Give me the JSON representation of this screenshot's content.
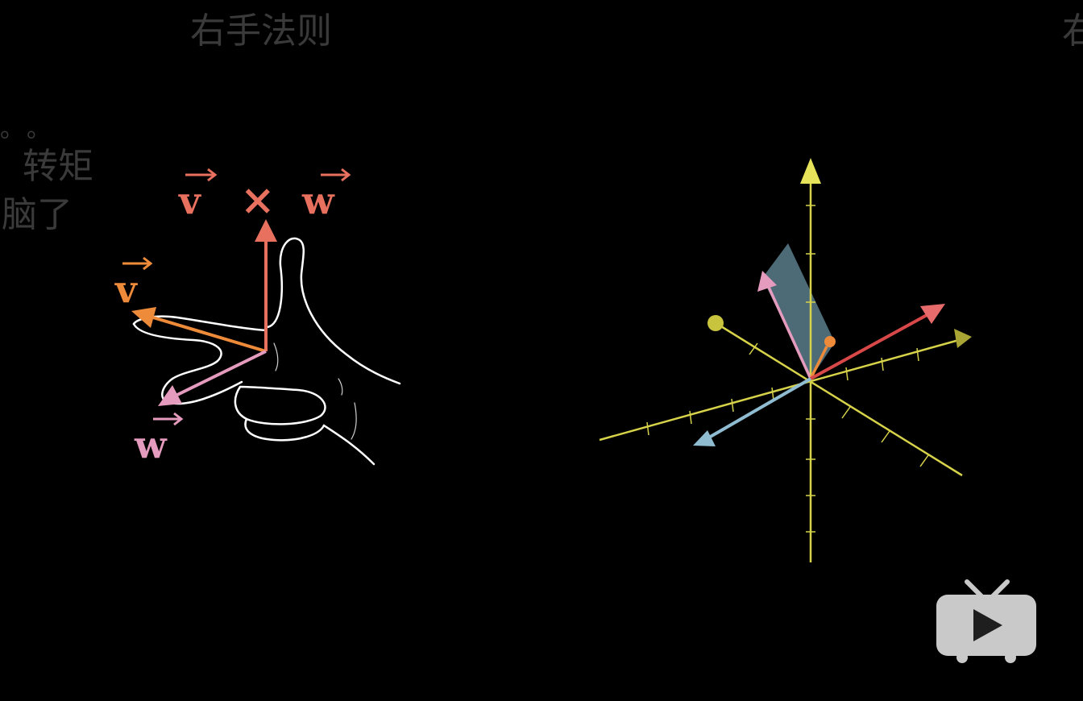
{
  "captions": {
    "title_left": "右手法则",
    "title_right": "右",
    "subtitle_dots": "。。",
    "subtitle_line1": "转矩",
    "subtitle_line2": "脑了"
  },
  "formula": {
    "v": "v",
    "times": "×",
    "w": "w"
  },
  "hand_labels": {
    "v": "v",
    "w": "w"
  },
  "colors": {
    "background": "#000000",
    "caption_text": "#3a3a3a",
    "cross_product": "#e8705e",
    "vector_v": "#ee8b3a",
    "vector_w": "#e59bbd",
    "axes": "#d6d24a",
    "blue_vector": "#8fbcd1",
    "red_vector": "#d94848",
    "parallelogram": "#5a7e8c",
    "tv_icon": "#c9c9c9"
  },
  "icons": {
    "play": "tv-play-icon"
  }
}
